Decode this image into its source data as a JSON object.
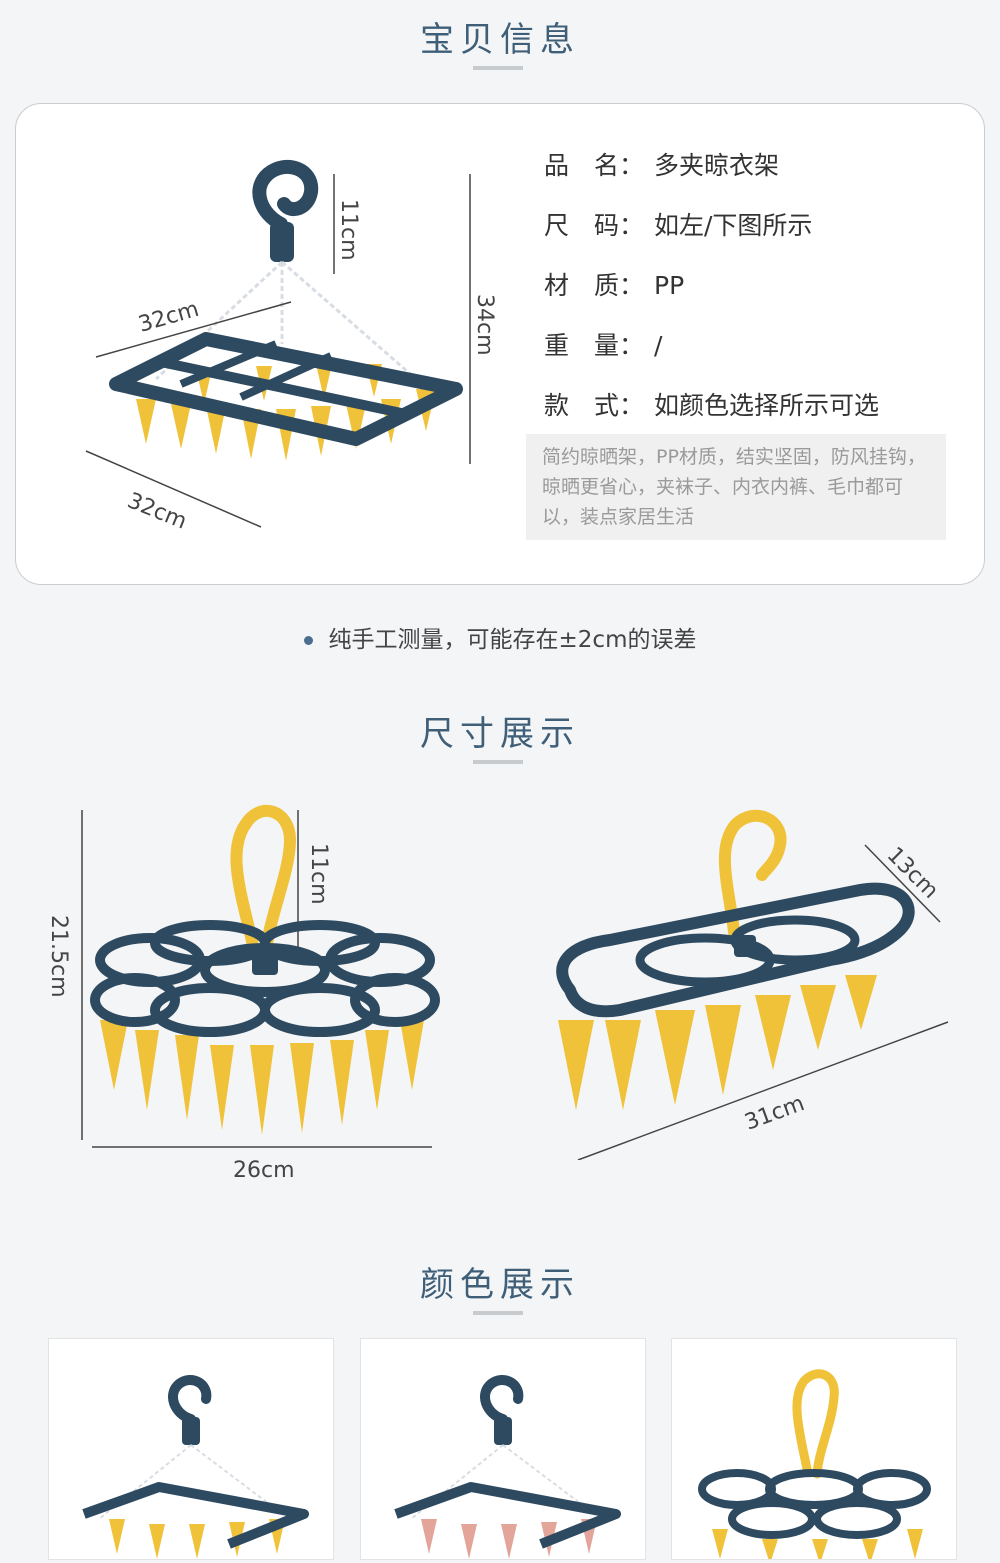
{
  "sections": {
    "info_title": "宝贝信息",
    "size_title": "尺寸展示",
    "color_title": "颜色展示"
  },
  "specs": [
    {
      "key": "品　名：",
      "value": "多夹晾衣架"
    },
    {
      "key": "尺　码：",
      "value": "如左/下图所示"
    },
    {
      "key": "材　质：",
      "value": "PP"
    },
    {
      "key": "重　量：",
      "value": "/"
    },
    {
      "key": "款　式：",
      "value": "如颜色选择所示可选"
    }
  ],
  "description": "简约晾晒架，PP材质，结实坚固，防风挂钩，晾晒更省心，夹袜子、内衣内裤、毛巾都可以，装点家居生活",
  "measure_note": "纯手工测量，可能存在±2cm的误差",
  "dims_square": {
    "top": "32cm",
    "bottom": "32cm",
    "hook": "11cm",
    "height": "34cm"
  },
  "dims_flower": {
    "height": "21.5cm",
    "hook": "11cm",
    "width": "26cm"
  },
  "dims_oval": {
    "depth": "13cm",
    "length": "31cm"
  },
  "colors": {
    "navy": "#2e4a60",
    "yellow": "#f0c23a",
    "pink": "#e3a59a",
    "accent": "#3f5f78"
  }
}
